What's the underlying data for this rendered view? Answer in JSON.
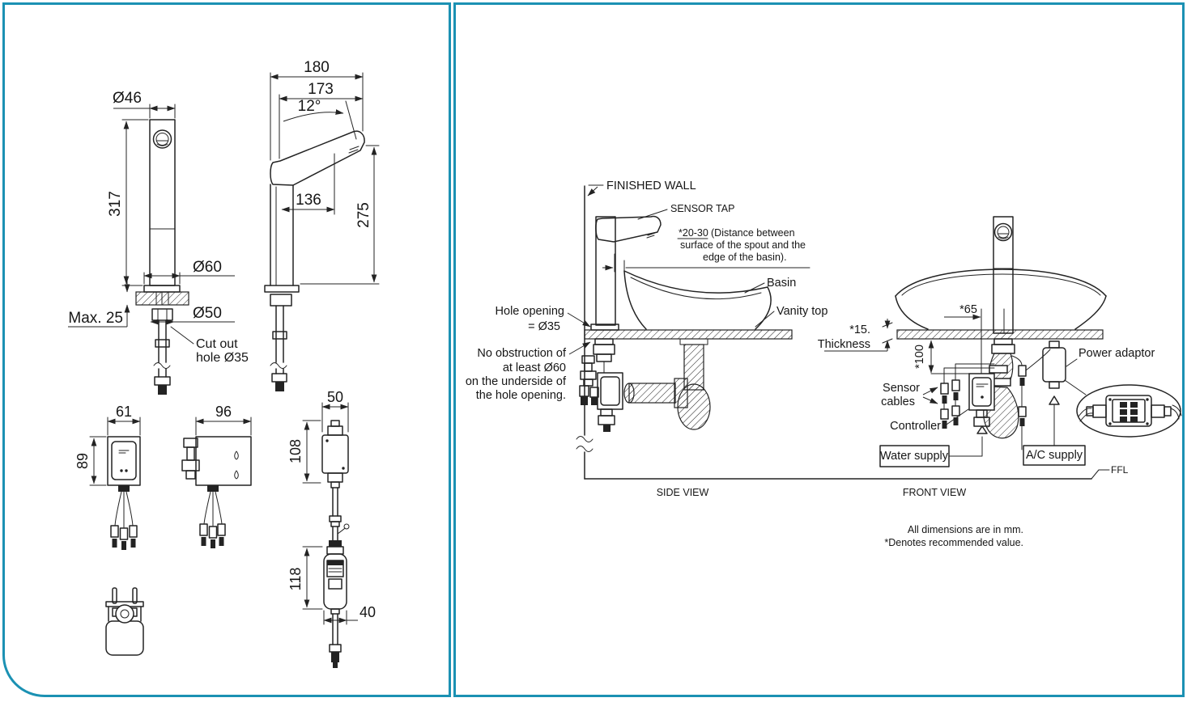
{
  "colors": {
    "accent": "#1b91b3",
    "line": "#231f20"
  },
  "left_panel": {
    "front_view": {
      "dia_body": "Ø46",
      "height": "317",
      "dia_base": "Ø60",
      "max_thickness": "Max. 25",
      "dia_shank": "Ø50",
      "cutout_1": "Cut out",
      "cutout_2": "hole Ø35"
    },
    "side_view": {
      "depth_total": "180",
      "depth_spout": "173",
      "spout_angle": "12°",
      "spout_reach": "136",
      "spout_height": "275"
    },
    "controller_front": {
      "width": "61",
      "height": "89"
    },
    "controller_side": {
      "width": "96"
    },
    "solenoid_unit": {
      "width": "50",
      "height": "108"
    },
    "inline_unit": {
      "height": "118",
      "width": "40"
    }
  },
  "right_panel": {
    "side_view": {
      "finished_wall": "FINISHED WALL",
      "sensor_tap": "SENSOR TAP",
      "spout_distance": "*20-30",
      "spout_distance_note_1": "(Distance between",
      "spout_distance_note_2": "surface of the spout and the",
      "spout_distance_note_3": "edge of the basin).",
      "basin": "Basin",
      "vanity_top": "Vanity top",
      "hole_opening_1": "Hole opening",
      "hole_opening_2": "= Ø35",
      "no_obstruction_1": "No obstruction of",
      "no_obstruction_2": "at least Ø60",
      "no_obstruction_3": "on the underside of",
      "no_obstruction_4": "the hole opening.",
      "caption": "SIDE VIEW"
    },
    "front_view": {
      "offset": "*65",
      "thickness_value": "*15.",
      "thickness_label": "Thickness",
      "clearance": "*100",
      "sensor_cables_1": "Sensor",
      "sensor_cables_2": "cables",
      "controller": "Controller",
      "water_supply": "Water supply",
      "ac_supply": "A/C supply",
      "power_adaptor": "Power adaptor",
      "ffl": "FFL",
      "caption": "FRONT VIEW"
    },
    "notes": {
      "line_1": "All dimensions are in mm.",
      "line_2": "*Denotes recommended value."
    }
  }
}
